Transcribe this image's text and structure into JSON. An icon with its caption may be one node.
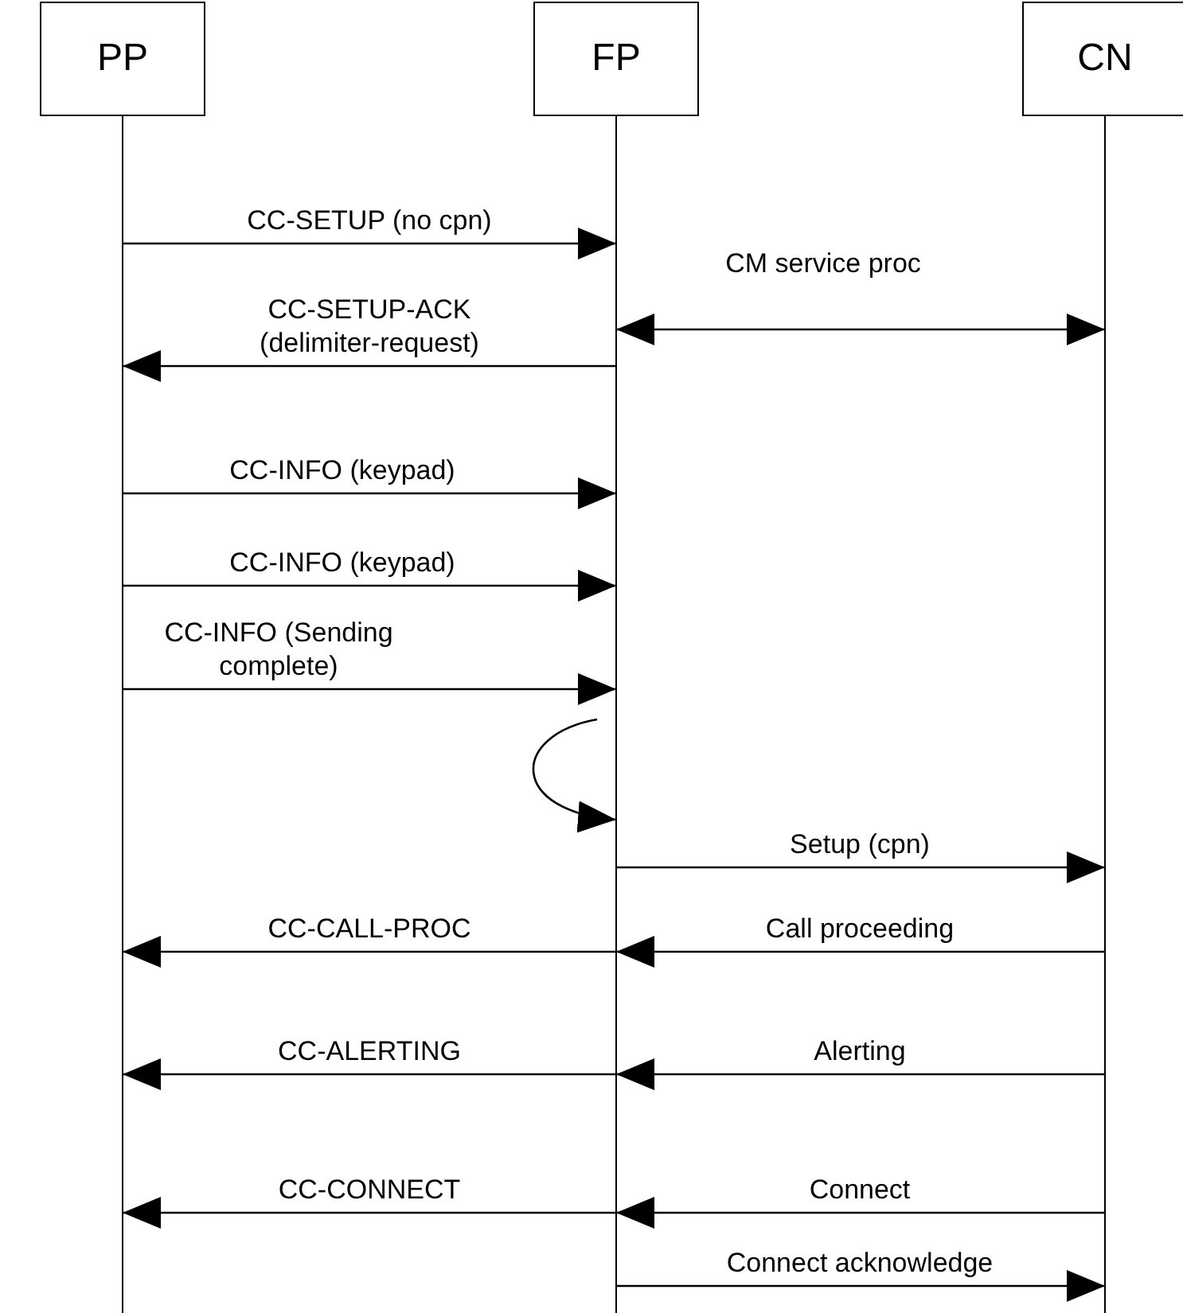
{
  "diagram": {
    "nodes": [
      {
        "text": [
          "PP"
        ]
      },
      {
        "text": [
          "FP"
        ]
      },
      {
        "text": [
          "CN"
        ]
      }
    ],
    "edges": [
      {
        "from": 0,
        "to": 1,
        "arrow": "to",
        "label": "CC-SETUP (no cpn)"
      },
      {
        "from": 1,
        "to": 0,
        "arrow": "to",
        "label": "CC-SETUP-ACK (delimiter-request)"
      },
      {
        "from": 1,
        "to": 2,
        "arrow": "both",
        "label": "CM service proc"
      },
      {
        "from": 0,
        "to": 1,
        "arrow": "to",
        "label": "CC-INFO (keypad)"
      },
      {
        "from": 0,
        "to": 1,
        "arrow": "to",
        "label": "CC-INFO (keypad)"
      },
      {
        "from": 0,
        "to": 1,
        "arrow": "to",
        "label": "CC-INFO (Sending complete)"
      },
      {
        "from": 1,
        "to": 1,
        "arrow": "to"
      },
      {
        "from": 1,
        "to": 2,
        "arrow": "to",
        "label": "Setup (cpn)"
      },
      {
        "from": 2,
        "to": 1,
        "arrow": "to",
        "label": "Call proceeding"
      },
      {
        "from": 1,
        "to": 0,
        "arrow": "to",
        "label": "CC-CALL-PROC"
      },
      {
        "from": 2,
        "to": 1,
        "arrow": "to",
        "label": "Alerting"
      },
      {
        "from": 1,
        "to": 0,
        "arrow": "to",
        "label": "CC-ALERTING"
      },
      {
        "from": 2,
        "to": 1,
        "arrow": "to",
        "label": "Connect"
      },
      {
        "from": 1,
        "to": 0,
        "arrow": "to",
        "label": "CC-CONNECT"
      },
      {
        "from": 1,
        "to": 2,
        "arrow": "to",
        "label": "Connect acknowledge"
      }
    ]
  }
}
